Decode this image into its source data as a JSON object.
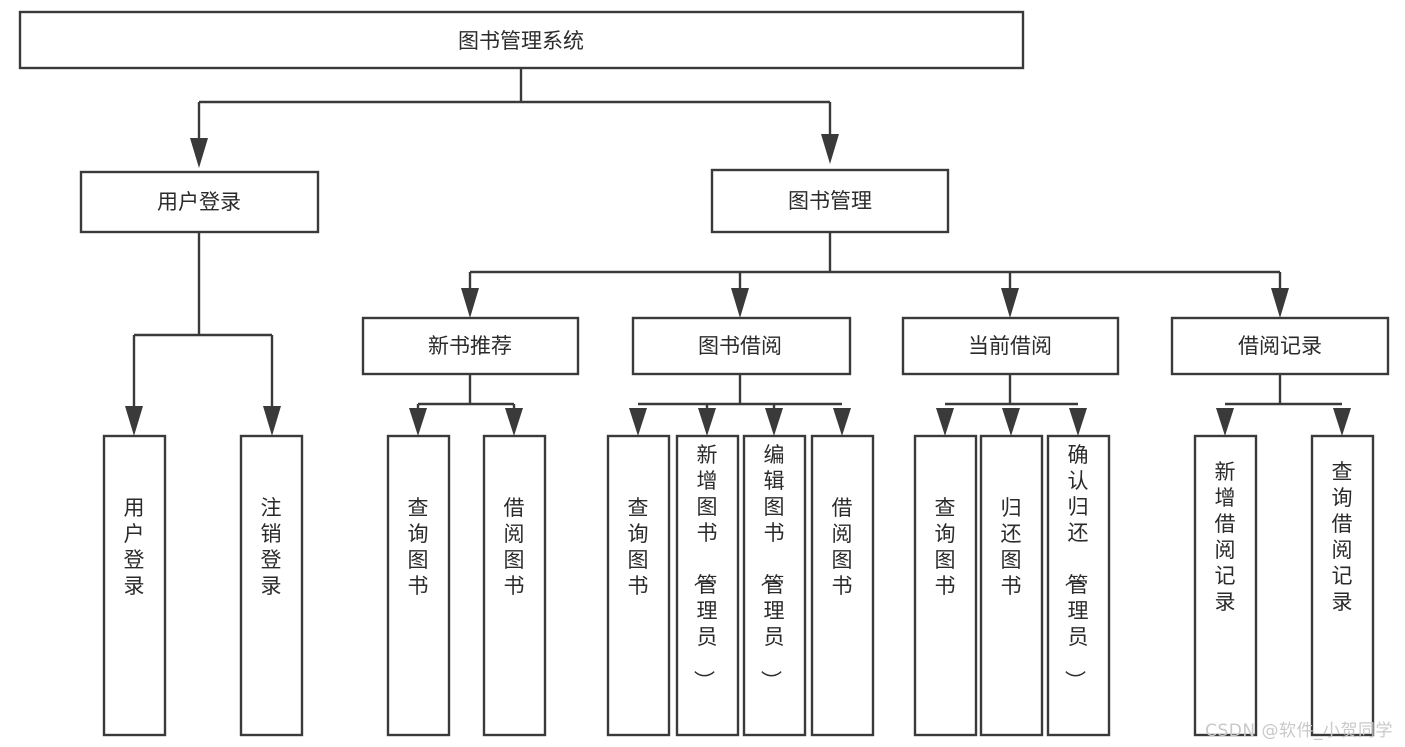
{
  "diagram": {
    "title": "图书管理系统",
    "type": "hierarchy-tree",
    "watermark": "CSDN @软件_小贺同学",
    "colors": {
      "stroke": "#3a3a3a",
      "fill": "#ffffff",
      "text": "#2b2b2b",
      "watermark": "#c9c9c9",
      "background": "#ffffff"
    },
    "levels": {
      "root": "图书管理系统",
      "level2": [
        "用户登录",
        "图书管理"
      ],
      "level3": [
        "新书推荐",
        "图书借阅",
        "当前借阅",
        "借阅记录"
      ]
    },
    "nodes": {
      "root": {
        "label": "图书管理系统"
      },
      "user_login": {
        "label": "用户登录"
      },
      "book_manage": {
        "label": "图书管理"
      },
      "new_book_rec": {
        "label": "新书推荐"
      },
      "book_borrow": {
        "label": "图书借阅"
      },
      "current_borrow": {
        "label": "当前借阅"
      },
      "borrow_record": {
        "label": "借阅记录"
      }
    },
    "leaves": {
      "user_login": [
        {
          "label": "用户登录"
        },
        {
          "label": "注销登录"
        }
      ],
      "new_book_rec": [
        {
          "label": "查询图书"
        },
        {
          "label": "借阅图书"
        }
      ],
      "book_borrow": [
        {
          "label": "查询图书"
        },
        {
          "label": "新增图书（管理员）"
        },
        {
          "label": "编辑图书（管理员）"
        },
        {
          "label": "借阅图书"
        }
      ],
      "current_borrow": [
        {
          "label": "查询图书"
        },
        {
          "label": "归还图书"
        },
        {
          "label": "确认归还（管理员）"
        }
      ],
      "borrow_record": [
        {
          "label": "新增借阅记录"
        },
        {
          "label": "查询借阅记录"
        }
      ]
    }
  }
}
